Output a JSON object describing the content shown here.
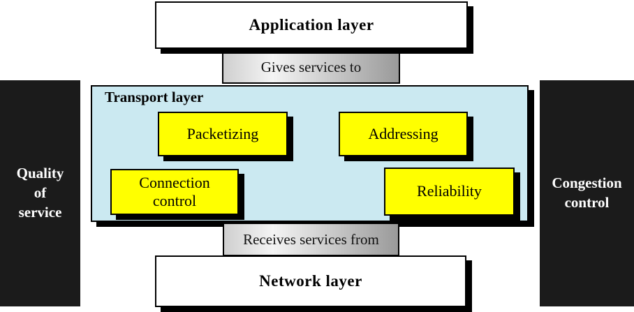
{
  "layers": {
    "application": {
      "label": "Application layer"
    },
    "transport": {
      "label": "Transport layer"
    },
    "network": {
      "label": "Network layer"
    }
  },
  "connectors": {
    "gives": {
      "label": "Gives services to"
    },
    "receives": {
      "label": "Receives services from"
    }
  },
  "duties": [
    {
      "label": "Packetizing"
    },
    {
      "label": "Addressing"
    },
    {
      "label": "Connection\ncontrol"
    },
    {
      "label": "Reliability"
    }
  ],
  "side_notes": {
    "left": {
      "label": "Quality\nof\nservice"
    },
    "right": {
      "label": "Congestion\ncontrol"
    }
  },
  "colors": {
    "transport_bg": "#cbe9f1",
    "duty_bg": "#ffff00",
    "side_bg": "#1b1b1b",
    "connector_light": "#f4f4f4",
    "connector_dark": "#9a9a9a"
  }
}
